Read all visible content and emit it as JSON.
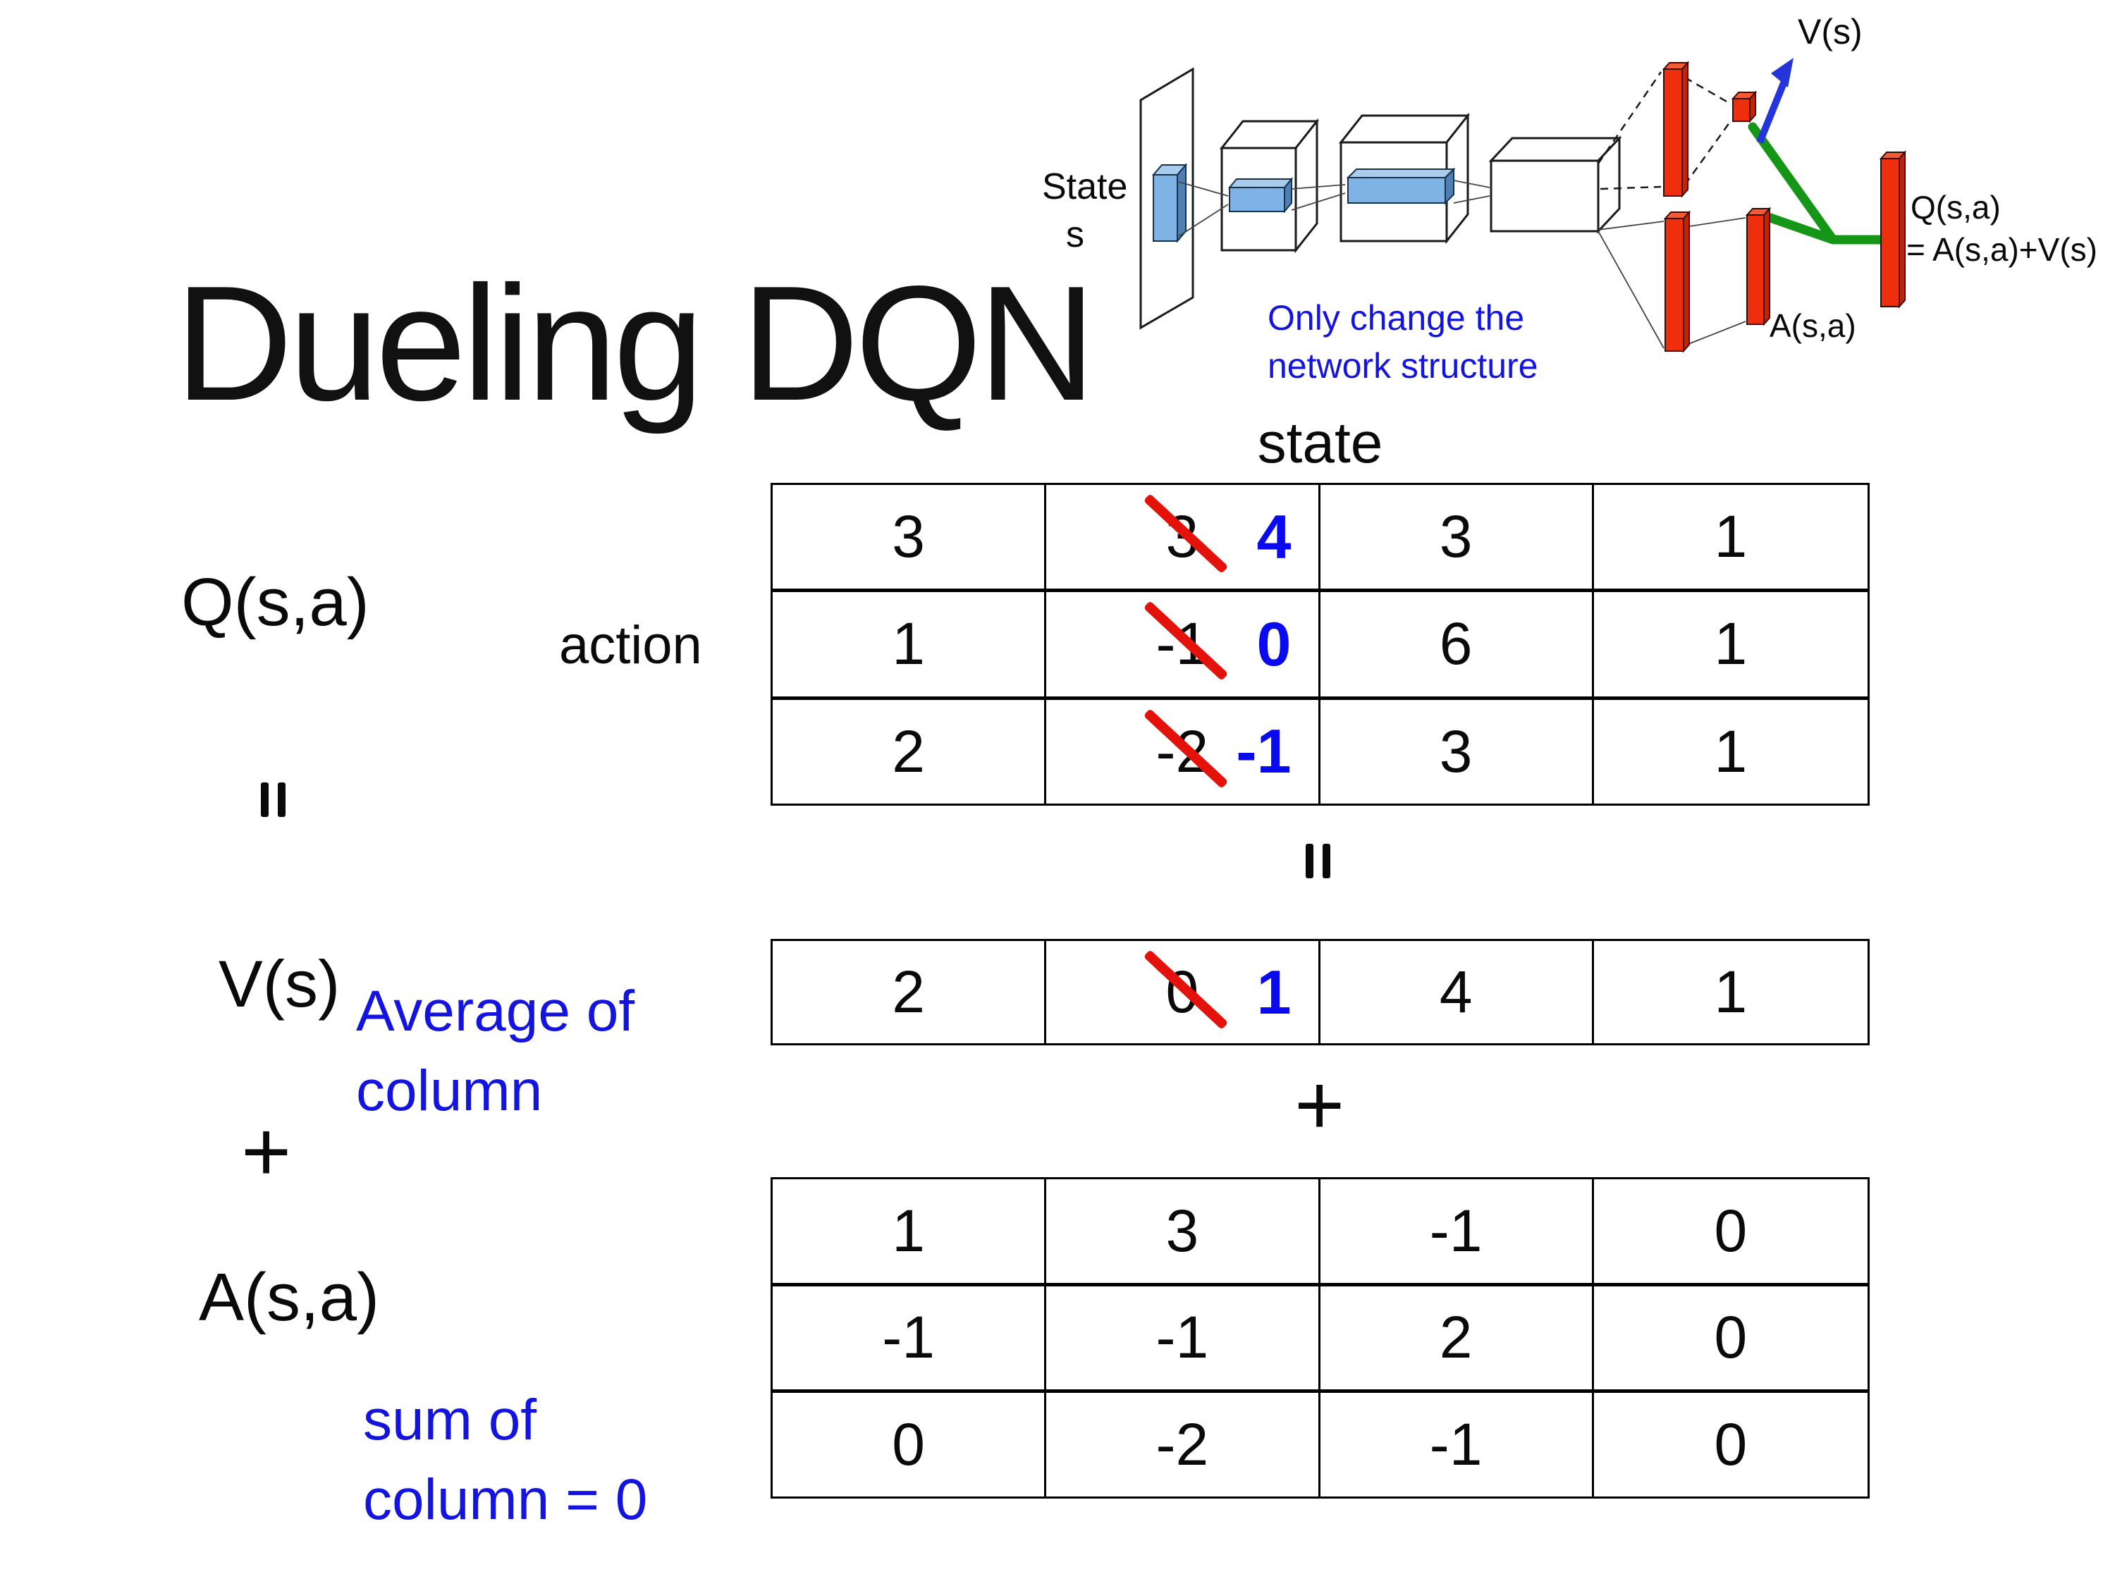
{
  "title": "Dueling DQN",
  "diagram": {
    "state_label": "State",
    "state_sub": "s",
    "note_line1": "Only change the",
    "note_line2": "network structure",
    "v_out_label": "V(s)",
    "a_out_label": "A(s,a)",
    "q_out_label": "Q(s,a)",
    "q_out_formula": "= A(s,a)+V(s)",
    "colors": {
      "red_bar": "#ee2e0c",
      "red_bar_top": "#f25b33",
      "red_bar_side": "#c42405",
      "green_link": "#169616",
      "blue_arrow": "#2535dc",
      "conv_blue": "#7fb2e5",
      "conv_blue_top": "#a9cbec",
      "conv_blue_side": "#4e7fb5",
      "note_blue": "#1414e0"
    }
  },
  "matrix_section": {
    "state_header": "state",
    "action_label": "action",
    "q_label": "Q(s,a)",
    "v_label": "V(s)",
    "a_label": "A(s,a)",
    "equals_symbol": "=",
    "plus_symbol": "+",
    "avg_note_line1": "Average of",
    "avg_note_line2": "column",
    "sum_note_line1": "sum of",
    "sum_note_line2": "column = 0",
    "strike_color": "#e3120b",
    "new_value_color": "#0a0af0",
    "q_table": [
      [
        {
          "v": "3"
        },
        {
          "v": "3",
          "new": "4"
        },
        {
          "v": "3"
        },
        {
          "v": "1"
        }
      ],
      [
        {
          "v": "1"
        },
        {
          "v": "-1",
          "new": "0"
        },
        {
          "v": "6"
        },
        {
          "v": "1"
        }
      ],
      [
        {
          "v": "2"
        },
        {
          "v": "-2",
          "new": "-1"
        },
        {
          "v": "3"
        },
        {
          "v": "1"
        }
      ]
    ],
    "v_table": [
      [
        {
          "v": "2"
        },
        {
          "v": "0",
          "new": "1"
        },
        {
          "v": "4"
        },
        {
          "v": "1"
        }
      ]
    ],
    "a_table": [
      [
        {
          "v": "1"
        },
        {
          "v": "3"
        },
        {
          "v": "-1"
        },
        {
          "v": "0"
        }
      ],
      [
        {
          "v": "-1"
        },
        {
          "v": "-1"
        },
        {
          "v": "2"
        },
        {
          "v": "0"
        }
      ],
      [
        {
          "v": "0"
        },
        {
          "v": "-2"
        },
        {
          "v": "-1"
        },
        {
          "v": "0"
        }
      ]
    ]
  }
}
